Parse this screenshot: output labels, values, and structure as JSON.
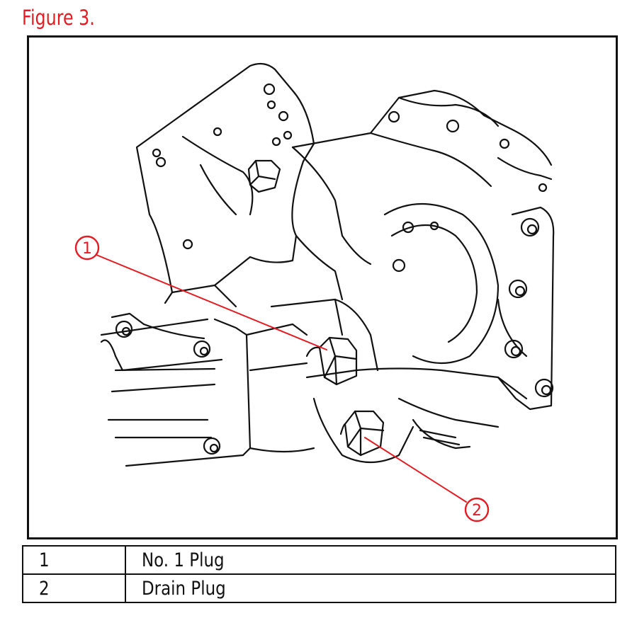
{
  "figure": {
    "title": "Figure 3."
  },
  "callouts": [
    {
      "number": "1"
    },
    {
      "number": "2"
    }
  ],
  "legend": [
    {
      "number": "1",
      "label": "No. 1 Plug"
    },
    {
      "number": "2",
      "label": "Drain Plug"
    }
  ],
  "colors": {
    "accent": "#e41b23",
    "line": "#111111"
  }
}
